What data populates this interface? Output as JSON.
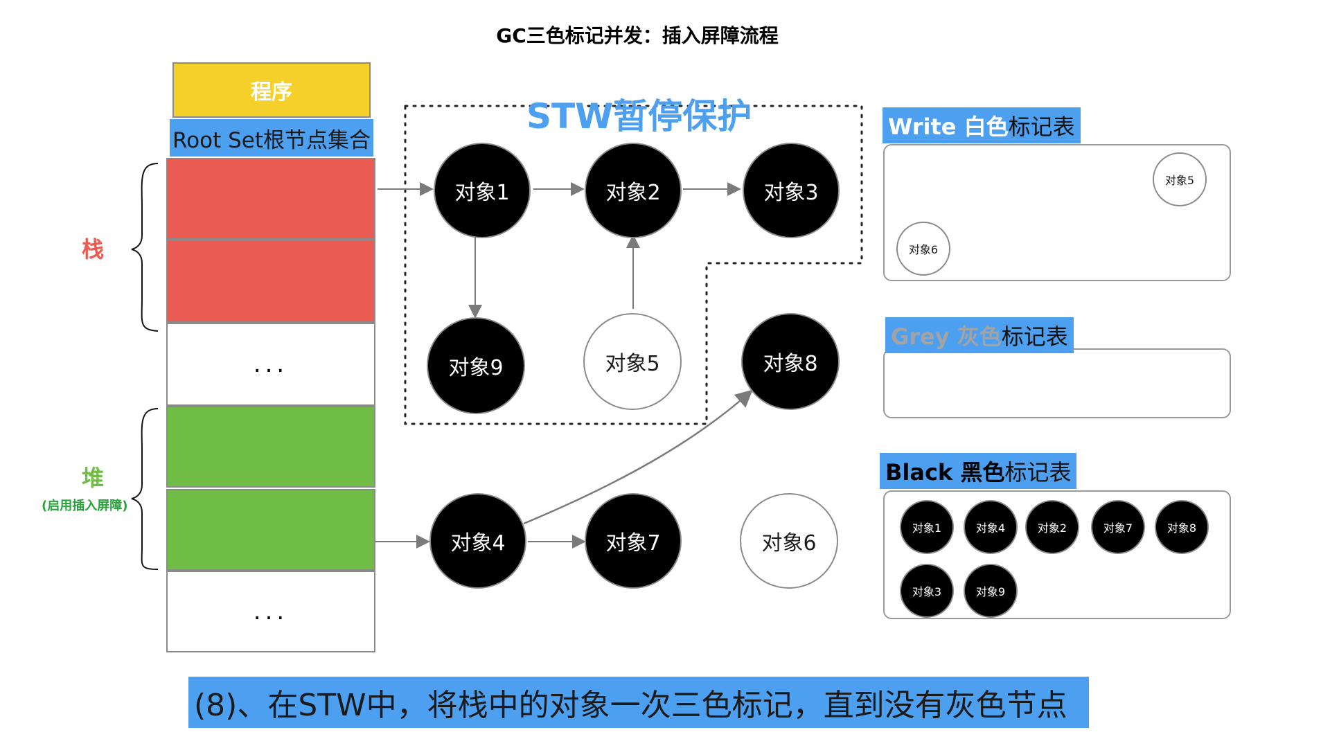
{
  "title": "GC三色标记并发：插入屏障流程",
  "program": "程序",
  "root_set": "Root Set根节点集合",
  "ellipsis": "...",
  "stack_label": "栈",
  "heap_label": "堆",
  "heap_sub": "(启用插入屏障)",
  "stw_label": "STW暂停保护",
  "nodes": {
    "n1": "对象1",
    "n2": "对象2",
    "n3": "对象3",
    "n9": "对象9",
    "n5": "对象5",
    "n8": "对象8",
    "n4": "对象4",
    "n7": "对象7",
    "n6": "对象6"
  },
  "white_table": {
    "title_bold": "Write 白色",
    "title_rest": "标记表",
    "items": [
      "对象5",
      "对象6"
    ]
  },
  "grey_table": {
    "title_bold": "Grey 灰色",
    "title_rest": "标记表",
    "items": []
  },
  "black_table": {
    "title_bold": "Black 黑色",
    "title_rest": "标记表",
    "items": [
      "对象1",
      "对象4",
      "对象2",
      "对象7",
      "对象8",
      "对象3",
      "对象9"
    ]
  },
  "caption": "(8)、在STW中，将栈中的对象一次三色标记，直到没有灰色节点",
  "colors": {
    "accent_blue": "#4d9ff0",
    "stack_red": "#ea5b53",
    "heap_green": "#6fbd45",
    "program_yellow": "#f5d02a",
    "grey_text": "#a3a3a3"
  }
}
